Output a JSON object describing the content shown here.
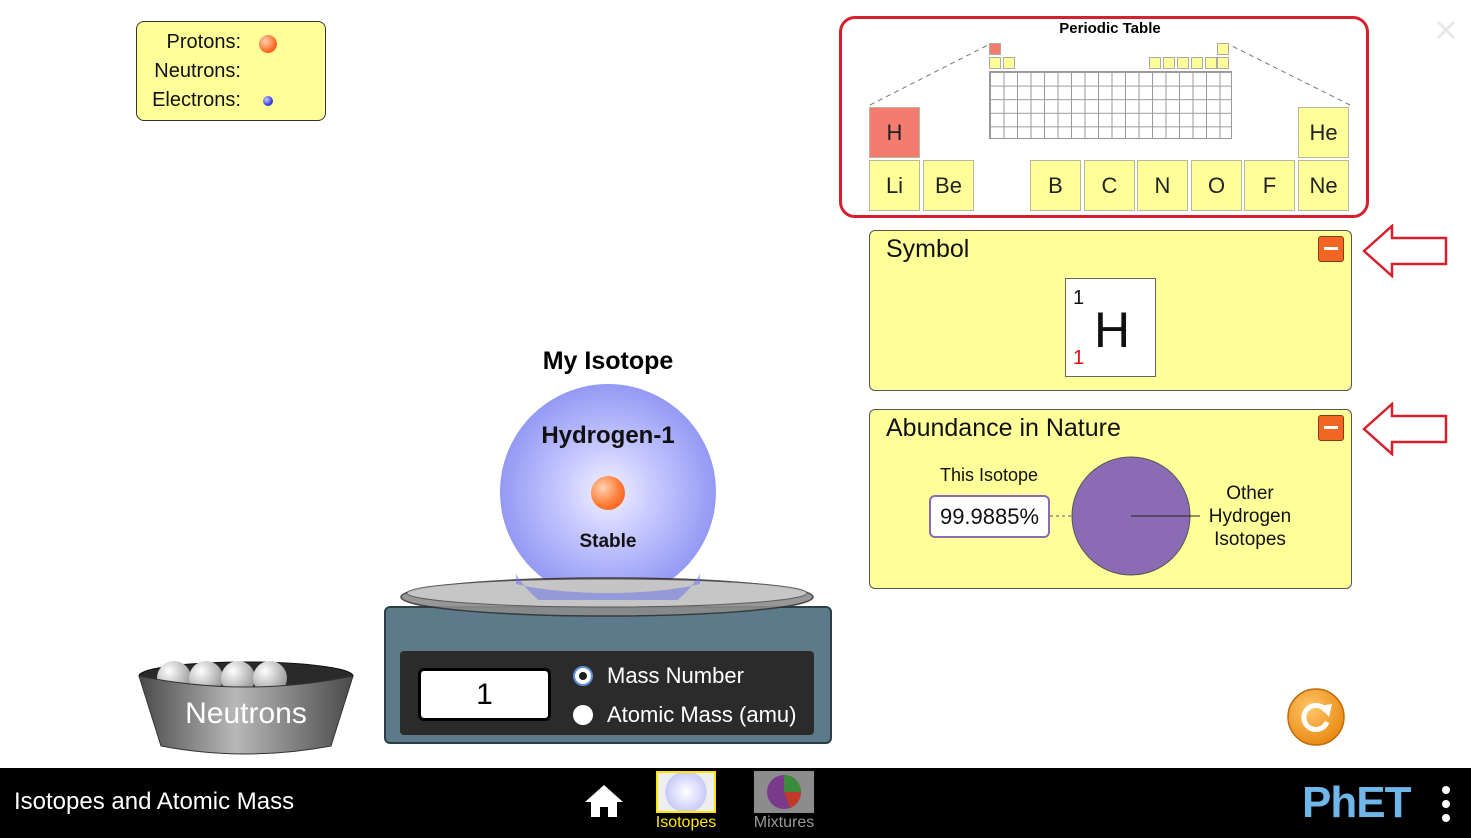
{
  "legend": {
    "protons_label": "Protons:",
    "neutrons_label": "Neutrons:",
    "electrons_label": "Electrons:"
  },
  "periodic_table": {
    "title": "Periodic Table",
    "selected": "H",
    "elements": [
      "H",
      "He",
      "Li",
      "Be",
      "B",
      "C",
      "N",
      "O",
      "F",
      "Ne"
    ]
  },
  "symbol_panel": {
    "title": "Symbol",
    "mass_number": "1",
    "atomic_number": "1",
    "element": "H"
  },
  "abundance_panel": {
    "title": "Abundance in Nature",
    "this_isotope_label": "This Isotope",
    "percentage": "99.9885%",
    "other_label_line1": "Other",
    "other_label_line2": "Hydrogen",
    "other_label_line3": "Isotopes",
    "pie_color": "#8a6bb4"
  },
  "isotope": {
    "title": "My Isotope",
    "name": "Hydrogen-1",
    "stability": "Stable"
  },
  "scale": {
    "value": "1",
    "option_mass_number": "Mass Number",
    "option_atomic_mass": "Atomic Mass (amu)",
    "selected": "Mass Number"
  },
  "bucket": {
    "label": "Neutrons"
  },
  "navbar": {
    "app_title": "Isotopes and Atomic Mass",
    "screens": [
      "Isotopes",
      "Mixtures"
    ],
    "active_screen": "Isotopes",
    "brand": "PhET"
  },
  "colors": {
    "panel_bg": "#ffff99",
    "highlight_red": "#d6202e",
    "selected_element": "#f37c6e",
    "minimize_orange": "#f26522",
    "active_tab": "#ffe600"
  }
}
